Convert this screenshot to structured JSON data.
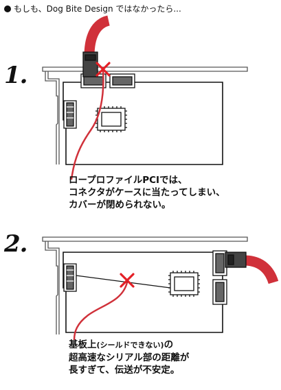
{
  "header": {
    "text": "もしも、Dog Bite Design ではなかったら..."
  },
  "scenario1": {
    "step_label": "1.",
    "caption_lines": [
      "ロープロファイルPCIでは、",
      "コネクタがケースに当たってしまい、",
      "カバーが閉められない。"
    ]
  },
  "scenario2": {
    "step_label": "2.",
    "caption_line1_main": "基板上",
    "caption_line1_small": "(シールドできない)",
    "caption_line1_tail": "の",
    "caption_lines_rest": [
      "超高速なシリアル部の距離が",
      "長すぎて、伝送が不安定。"
    ]
  },
  "colors": {
    "cable": "#d0313a",
    "mark": "#e41f26",
    "line": "#111111",
    "case": "#666666"
  }
}
